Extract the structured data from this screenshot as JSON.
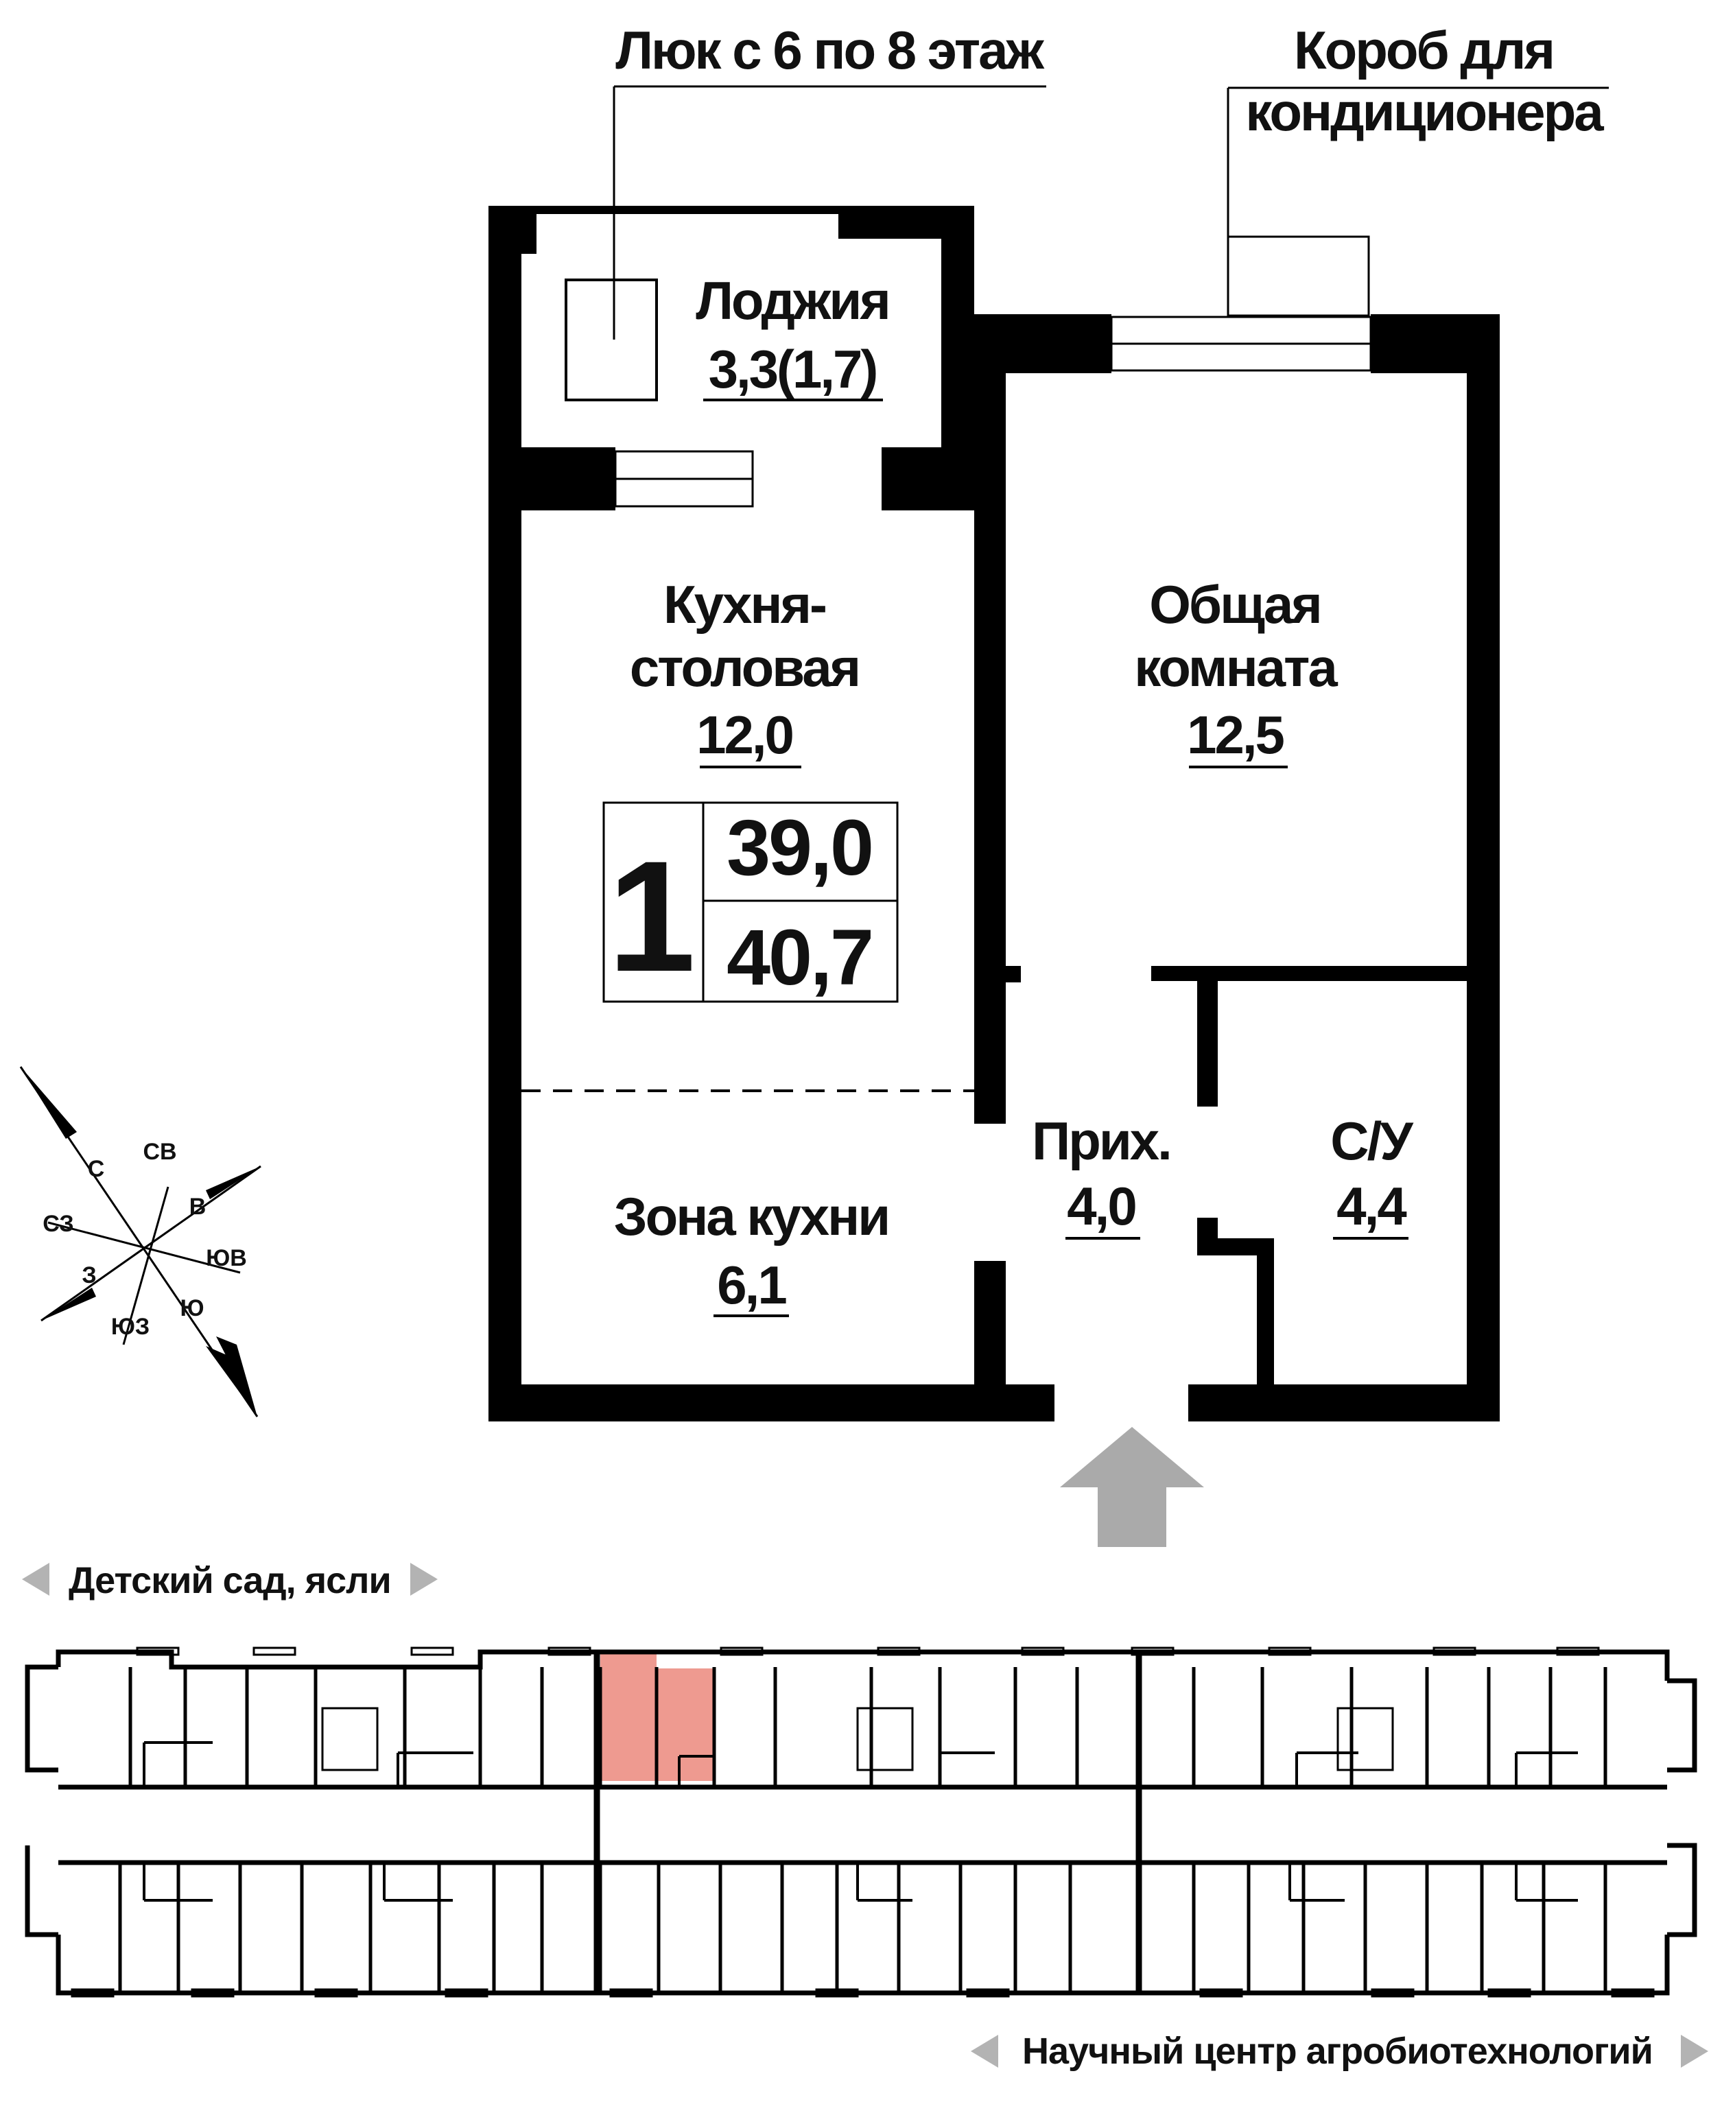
{
  "callouts": {
    "hatch": "Люк с 6 по 8 этаж",
    "ac_box_line1": "Короб для",
    "ac_box_line2": "кондиционера"
  },
  "rooms": {
    "loggia": {
      "name": "Лоджия",
      "area": "3,3(1,7)"
    },
    "kitchen_dining": {
      "name_line1": "Кухня-",
      "name_line2": "столовая",
      "area": "12,0"
    },
    "living_room": {
      "name_line1": "Общая",
      "name_line2": "комната",
      "area": "12,5"
    },
    "hallway": {
      "name": "Прих.",
      "area": "4,0"
    },
    "bathroom": {
      "name": "С/У",
      "area": "4,4"
    },
    "kitchen_zone": {
      "name": "Зона кухни",
      "area": "6,1"
    }
  },
  "summary": {
    "rooms_count": "1",
    "living_area": "39,0",
    "total_area": "40,7"
  },
  "compass": {
    "n": "С",
    "ne": "СВ",
    "e": "В",
    "se": "ЮВ",
    "s": "Ю",
    "sw": "ЮЗ",
    "w": "З",
    "nw": "СЗ"
  },
  "directions": {
    "top": "Детский сад, ясли",
    "bottom": "Научный центр агробиотехнологий"
  },
  "colors": {
    "walls": "#000000",
    "highlight": "#EE9A90",
    "entrance_arrow": "#AAAAAA",
    "direction_arrow": "#B3B3B3"
  }
}
